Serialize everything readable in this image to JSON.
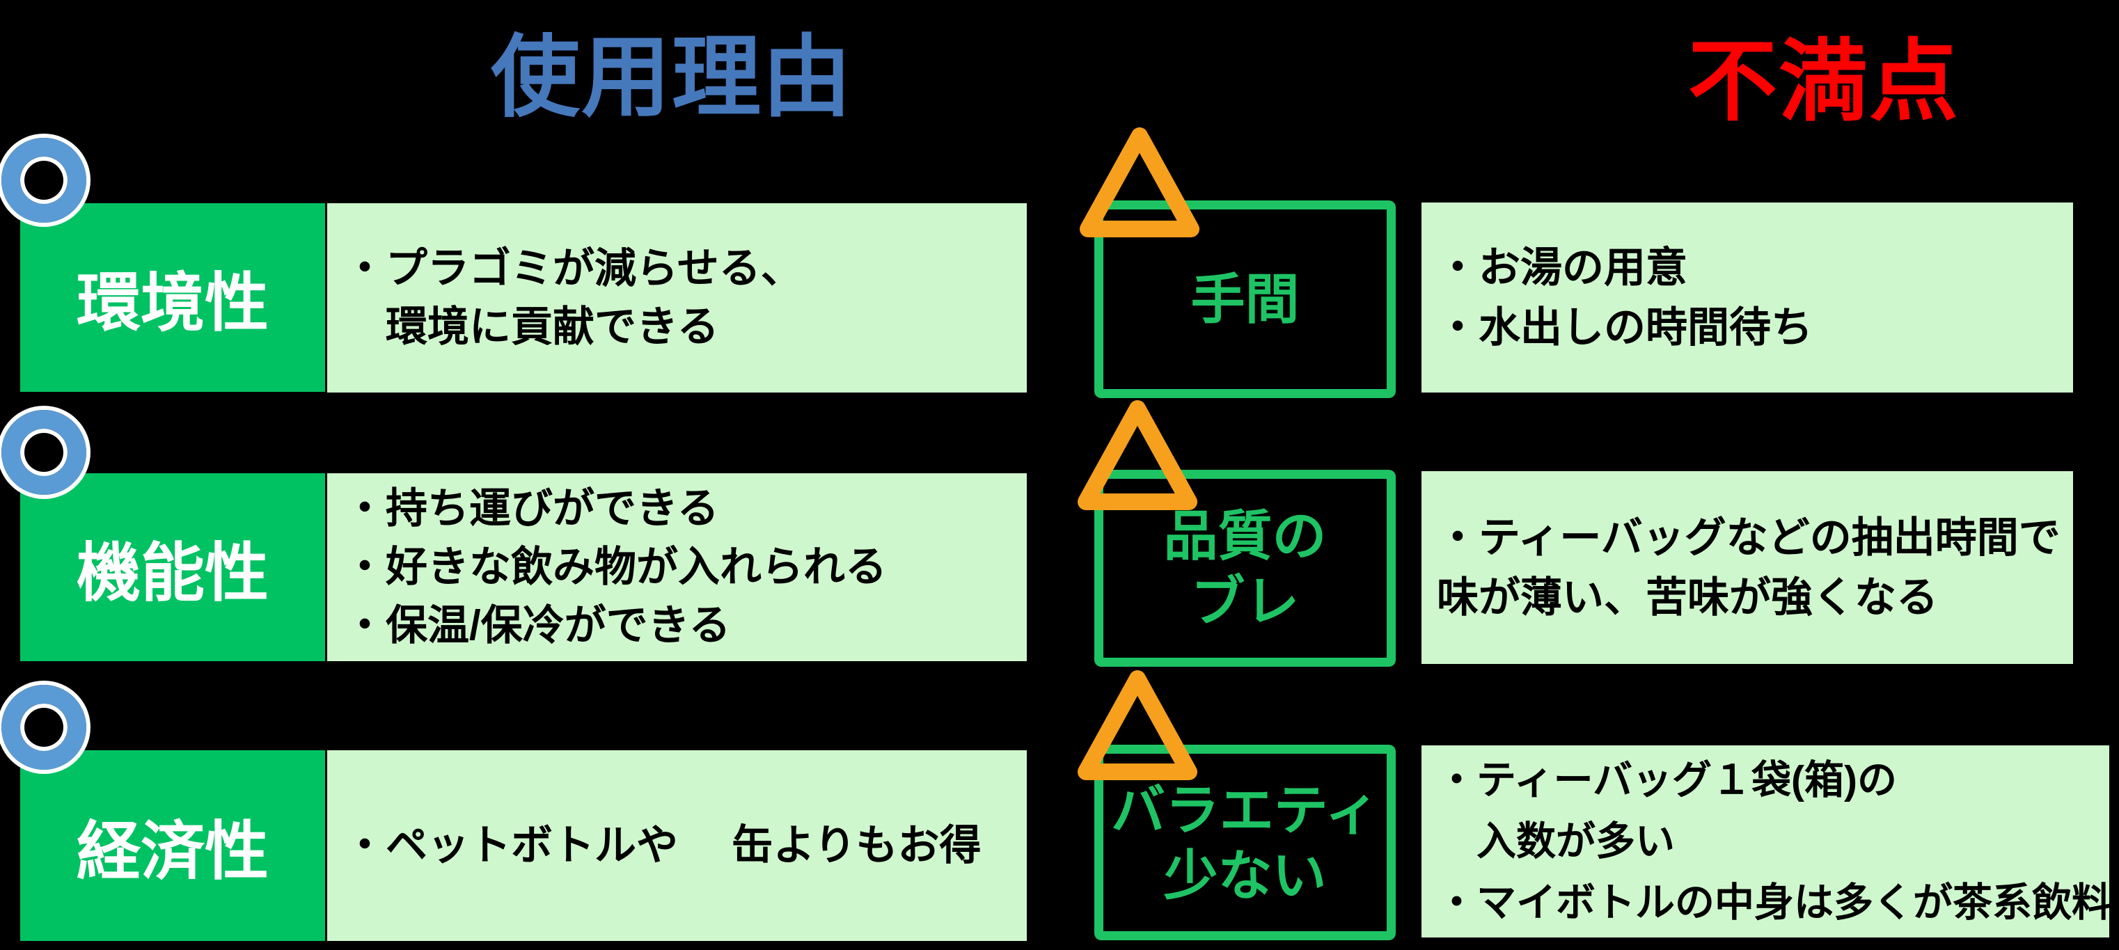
{
  "titles": {
    "left": "使用理由",
    "right": "不満点"
  },
  "left_section": {
    "rows": [
      {
        "label": "環境性",
        "lines": [
          "・プラゴミが減らせる、",
          "　環境に貢献できる"
        ]
      },
      {
        "label": "機能性",
        "lines": [
          "・持ち運びができる",
          "・好きな飲み物が入れられる",
          "・保温/保冷ができる"
        ]
      },
      {
        "label": "経済性",
        "lines": [
          "・ペットボトルや　 缶よりもお得"
        ]
      }
    ]
  },
  "right_section": {
    "rows": [
      {
        "label_lines": [
          "手間"
        ],
        "lines": [
          "・お湯の用意",
          "・水出しの時間待ち"
        ]
      },
      {
        "label_lines": [
          "品質の",
          "ブレ"
        ],
        "lines": [
          "・ティーバッグなどの抽出時間で",
          "味が薄い、苦味が強くなる"
        ]
      },
      {
        "label_lines": [
          "バラエティ",
          "少ない"
        ],
        "lines": [
          "・ティーバッグ１袋(箱)の",
          "　入数が多い",
          "・マイボトルの中身は多くが茶系飲料"
        ]
      }
    ]
  },
  "icons": {
    "circle_marker": "blue ring (good point marker)",
    "triangle_marker": "orange triangle (caution marker)"
  },
  "colors": {
    "background": "#000000",
    "title_left_blue": "#4678BC",
    "title_right_red": "#FF0000",
    "label_box_green": "#00C263",
    "outline_green": "#1EC464",
    "detail_box_light_green": "#CFF7CD",
    "circle_blue": "#5B9BD5",
    "circle_outline_white": "#FFFFFF",
    "triangle_orange": "#F7A01E",
    "label_text_white": "#FFFFFF",
    "detail_text_black": "#000000"
  }
}
